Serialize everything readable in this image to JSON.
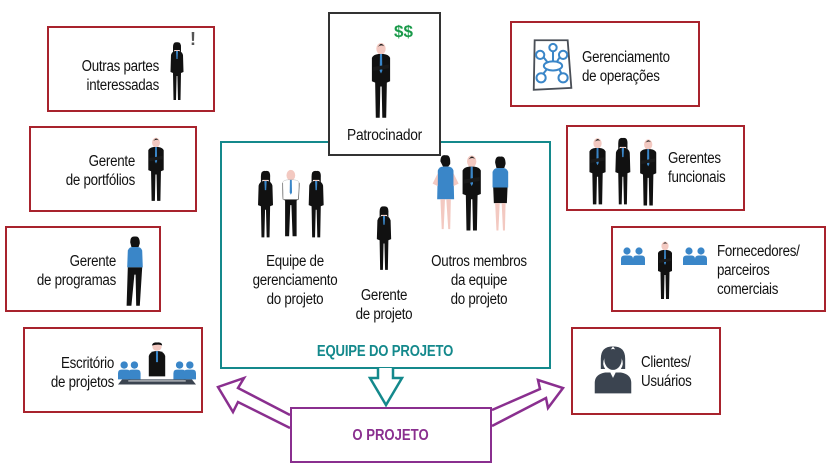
{
  "sponsor": {
    "label": "Patrocinador",
    "money_symbol": "$$"
  },
  "left_stakeholders": [
    {
      "id": "other-stakeholders",
      "line1": "Outras partes",
      "line2": "interessadas",
      "alert_symbol": "!"
    },
    {
      "id": "portfolio-manager",
      "line1": "Gerente",
      "line2": "de portfólios"
    },
    {
      "id": "program-manager",
      "line1": "Gerente",
      "line2": "de programas"
    },
    {
      "id": "project-office",
      "line1": "Escritório",
      "line2": "de projetos"
    }
  ],
  "right_stakeholders": [
    {
      "id": "operations-management",
      "line1": "Gerenciamento",
      "line2": "de operações"
    },
    {
      "id": "functional-managers",
      "line1": "Gerentes",
      "line2": "funcionais"
    },
    {
      "id": "suppliers",
      "line1": "Fornecedores/",
      "line2": "parceiros",
      "line3": "comerciais"
    },
    {
      "id": "customers",
      "line1": "Clientes/",
      "line2": "Usuários"
    }
  ],
  "project_team": {
    "title": "EQUIPE DO PROJETO",
    "management_team": {
      "line1": "Equipe de",
      "line2": "gerenciamento",
      "line3": "do projeto"
    },
    "project_manager": {
      "line1": "Gerente",
      "line2": "de projeto"
    },
    "other_members": {
      "line1": "Outros membros",
      "line2": "da equipe",
      "line3": "do projeto"
    }
  },
  "project": {
    "label": "O PROJETO"
  },
  "colors": {
    "stakeholder_border": "#a8232d",
    "team_border": "#14898c",
    "project_border": "#8a2f8f",
    "sponsor_border": "#333333",
    "accent_blue": "#3a86c8",
    "money_green": "#1a9a4a"
  }
}
